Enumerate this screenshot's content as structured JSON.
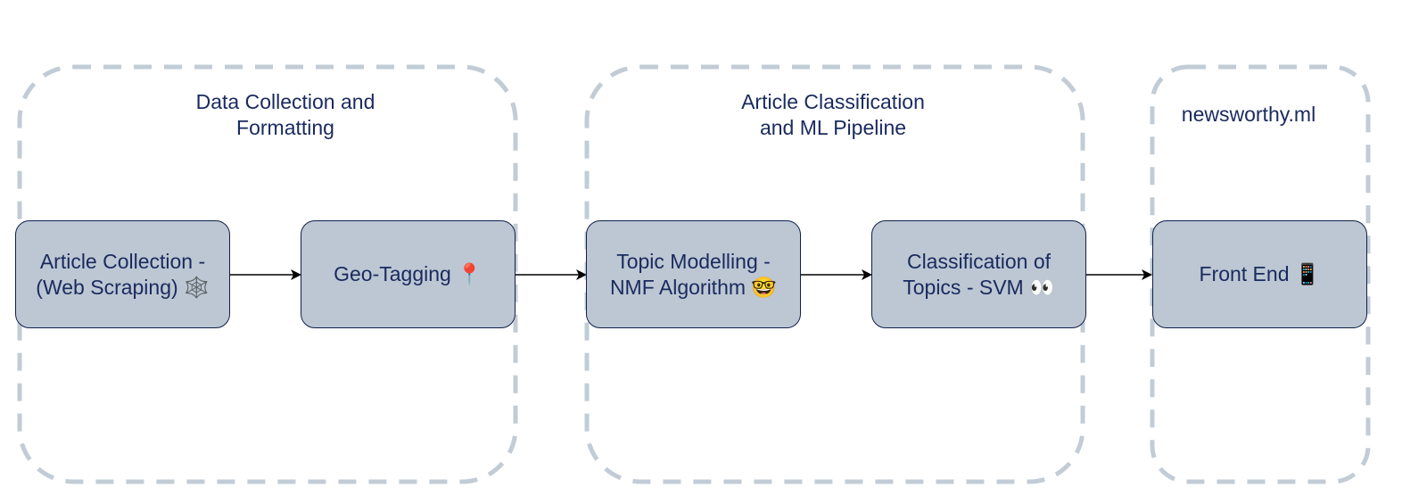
{
  "colors": {
    "group_border": "#c2ccd6",
    "node_fill": "#bcc7d3",
    "node_border": "#0f1f4a",
    "text": "#1a2a5e",
    "arrow": "#000000"
  },
  "groups": [
    {
      "title_lines": [
        "Data Collection and",
        "Formatting"
      ]
    },
    {
      "title_lines": [
        "Article Classification",
        "and ML Pipeline"
      ]
    },
    {
      "title_lines": [
        "newsworthy.ml"
      ]
    }
  ],
  "nodes": [
    {
      "lines": [
        "Article Collection -",
        "(Web Scraping) 🕸️"
      ]
    },
    {
      "lines": [
        "Geo-Tagging 📍"
      ]
    },
    {
      "lines": [
        "Topic Modelling -",
        "NMF Algorithm 🤓"
      ]
    },
    {
      "lines": [
        "Classification of",
        "Topics - SVM 👀"
      ]
    },
    {
      "lines": [
        "Front End 📱"
      ]
    }
  ]
}
